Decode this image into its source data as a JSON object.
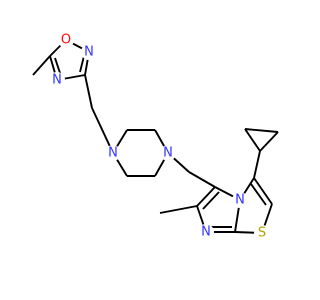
{
  "molecule": {
    "atoms": {
      "o_oxadiazole": {
        "element": "O",
        "label": "O"
      },
      "n2_oxadiazole": {
        "element": "N",
        "label": "N"
      },
      "n4_oxadiazole": {
        "element": "N",
        "label": "N"
      },
      "n_piperazine_1": {
        "element": "N",
        "label": "N"
      },
      "n_piperazine_4": {
        "element": "N",
        "label": "N"
      },
      "n_bridge": {
        "element": "N",
        "label": "N"
      },
      "n_imidazole": {
        "element": "N",
        "label": "N"
      },
      "s_thiazole": {
        "element": "S",
        "label": "S"
      }
    },
    "colors": {
      "N": "#3333ff",
      "O": "#ff0d0d",
      "S": "#b3a100",
      "bond": "#000000",
      "background": "#ffffff"
    }
  }
}
